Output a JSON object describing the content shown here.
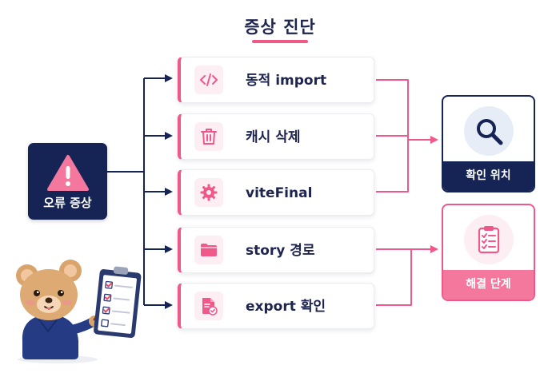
{
  "title": "증상 진단",
  "symptom": {
    "label": "오류 증상",
    "icon": "warning-triangle-icon"
  },
  "steps": [
    {
      "label": "동적 import",
      "icon": "code-icon"
    },
    {
      "label": "캐시 삭제",
      "icon": "trash-icon"
    },
    {
      "label": "viteFinal",
      "icon": "gear-icon"
    },
    {
      "label": "story 경로",
      "icon": "folder-icon"
    },
    {
      "label": "export 확인",
      "icon": "document-check-icon"
    }
  ],
  "results": [
    {
      "label": "확인 위치",
      "icon": "magnifier-icon"
    },
    {
      "label": "해결 단계",
      "icon": "checklist-clipboard-icon"
    }
  ],
  "colors": {
    "navy": "#152454",
    "pink": "#f0588a",
    "pink_light": "#fdeef3",
    "text_dark": "#1d2450"
  }
}
